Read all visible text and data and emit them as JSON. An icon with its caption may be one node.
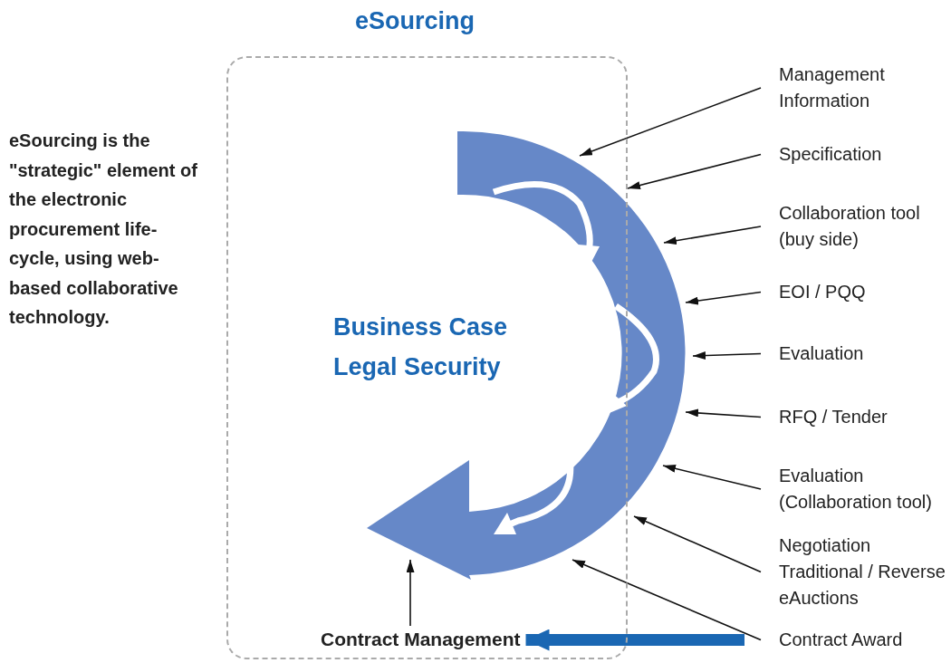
{
  "diagram": {
    "nodes": [
      {
        "text": [
          "eSourcing"
        ]
      },
      {
        "text": [],
        "shape": "arc"
      },
      {
        "text": [
          "Management Information"
        ]
      },
      {
        "text": [
          "Specification"
        ]
      },
      {
        "text": [
          "Collaboration tool (buy side)"
        ]
      },
      {
        "text": [
          "EOI / PQQ"
        ]
      },
      {
        "text": [
          "Evaluation"
        ]
      },
      {
        "text": [
          "RFQ / Tender"
        ]
      },
      {
        "text": [
          "Evaluation (Collaboration tool)"
        ]
      },
      {
        "text": [
          "Negotiation Traditional / Reverse eAuctions"
        ]
      },
      {
        "text": [
          "Contract Award"
        ]
      },
      {
        "text": [
          "Contract Management"
        ],
        "in": 0
      }
    ],
    "edges": [
      {
        "from": 2,
        "to": 1,
        "arrow": "to"
      },
      {
        "from": 3,
        "to": 1,
        "arrow": "to"
      },
      {
        "from": 4,
        "to": 1,
        "arrow": "to"
      },
      {
        "from": 5,
        "to": 1,
        "arrow": "to"
      },
      {
        "from": 6,
        "to": 1,
        "arrow": "to"
      },
      {
        "from": 7,
        "to": 1,
        "arrow": "to"
      },
      {
        "from": 8,
        "to": 1,
        "arrow": "to"
      },
      {
        "from": 9,
        "to": 1,
        "arrow": "to"
      },
      {
        "from": 10,
        "to": 1,
        "arrow": "to"
      },
      {
        "from": 10,
        "to": 11,
        "arrow": "to",
        "style": "thick",
        "color": "#1a67b3"
      },
      {
        "from": 11,
        "to": 1,
        "arrow": "to"
      }
    ],
    "labels": [
      "eSourcing is the \"strategic\" element of the electronic procurement life-cycle, using web-based collaborative technology.",
      "Business Case",
      "Legal Security"
    ]
  }
}
